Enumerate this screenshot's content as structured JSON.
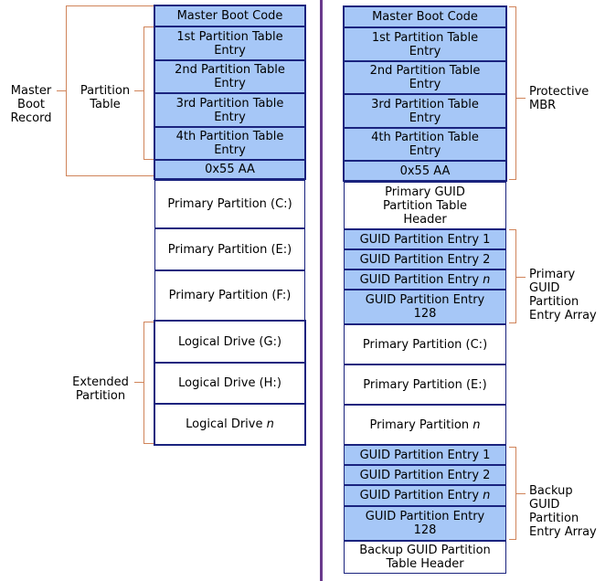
{
  "mbr": {
    "master_boot_code": "Master Boot Code",
    "entry1": "1st Partition Table Entry",
    "entry2": "2nd Partition Table Entry",
    "entry3": "3rd Partition Table Entry",
    "entry4": "4th Partition Table Entry",
    "signature": "0x55 AA",
    "primary_c": "Primary Partition (C:)",
    "primary_e": "Primary Partition (E:)",
    "primary_f": "Primary Partition (F:)",
    "logical_g": "Logical Drive (G:)",
    "logical_h": "Logical Drive (H:)",
    "logical_n_prefix": "Logical Drive",
    "logical_n_var": "n",
    "labels": {
      "master_boot_record": "Master Boot Record",
      "partition_table": "Partition Table",
      "extended_partition": "Extended Partition"
    }
  },
  "gpt": {
    "master_boot_code": "Master Boot Code",
    "entry1": "1st Partition Table Entry",
    "entry2": "2nd Partition Table Entry",
    "entry3": "3rd Partition Table Entry",
    "entry4": "4th Partition Table Entry",
    "signature": "0x55 AA",
    "header": "Primary GUID Partition Table Header",
    "guid_entry1": "GUID Partition Entry 1",
    "guid_entry2": "GUID Partition Entry 2",
    "guid_entry_n_prefix": "GUID Partition Entry",
    "guid_entry_n_var": "n",
    "guid_entry128": "GUID Partition Entry 128",
    "primary_c": "Primary Partition (C:)",
    "primary_e": "Primary Partition (E:)",
    "primary_n_prefix": "Primary Partition",
    "primary_n_var": "n",
    "backup_entry1": "GUID Partition Entry 1",
    "backup_entry2": "GUID Partition Entry 2",
    "backup_entry_n_prefix": "GUID Partition Entry",
    "backup_entry_n_var": "n",
    "backup_entry128": "GUID Partition Entry 128",
    "backup_header": "Backup GUID Partition Table Header",
    "labels": {
      "protective_mbr": "Protective MBR",
      "primary_array": "Primary GUID Partition Entry Array",
      "backup_array": "Backup GUID Partition Entry Array"
    }
  },
  "colors": {
    "blue_fill": "#a6c7f7",
    "border": "#1a237e",
    "bracket": "#d0845a",
    "divider": "#6a3a8c"
  }
}
